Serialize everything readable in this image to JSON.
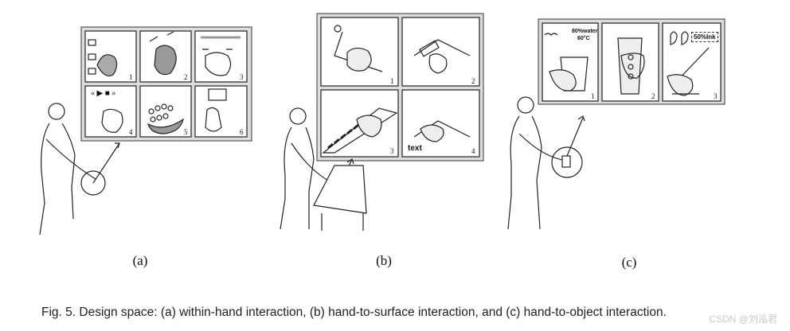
{
  "figure": {
    "subfigures": [
      {
        "label": "(a)"
      },
      {
        "label": "(b)"
      },
      {
        "label": "(c)"
      }
    ],
    "panel_numbers_a": [
      "1",
      "2",
      "3",
      "4",
      "5",
      "6"
    ],
    "panel_numbers_b": [
      "1",
      "2",
      "3",
      "4"
    ],
    "panel_numbers_c": [
      "1",
      "2",
      "3"
    ],
    "b_panel4_text": "text",
    "c_panel1_text_top": "80%water",
    "c_panel1_text_bottom": "60°C",
    "c_panel3_text": "50%Ink",
    "a_panel4_controls": "« ▶ ■ »"
  },
  "caption": "Fig. 5.  Design space: (a) within-hand interaction, (b) hand-to-surface interaction, and (c) hand-to-object interaction.",
  "watermark": "CSDN @刘泓君"
}
